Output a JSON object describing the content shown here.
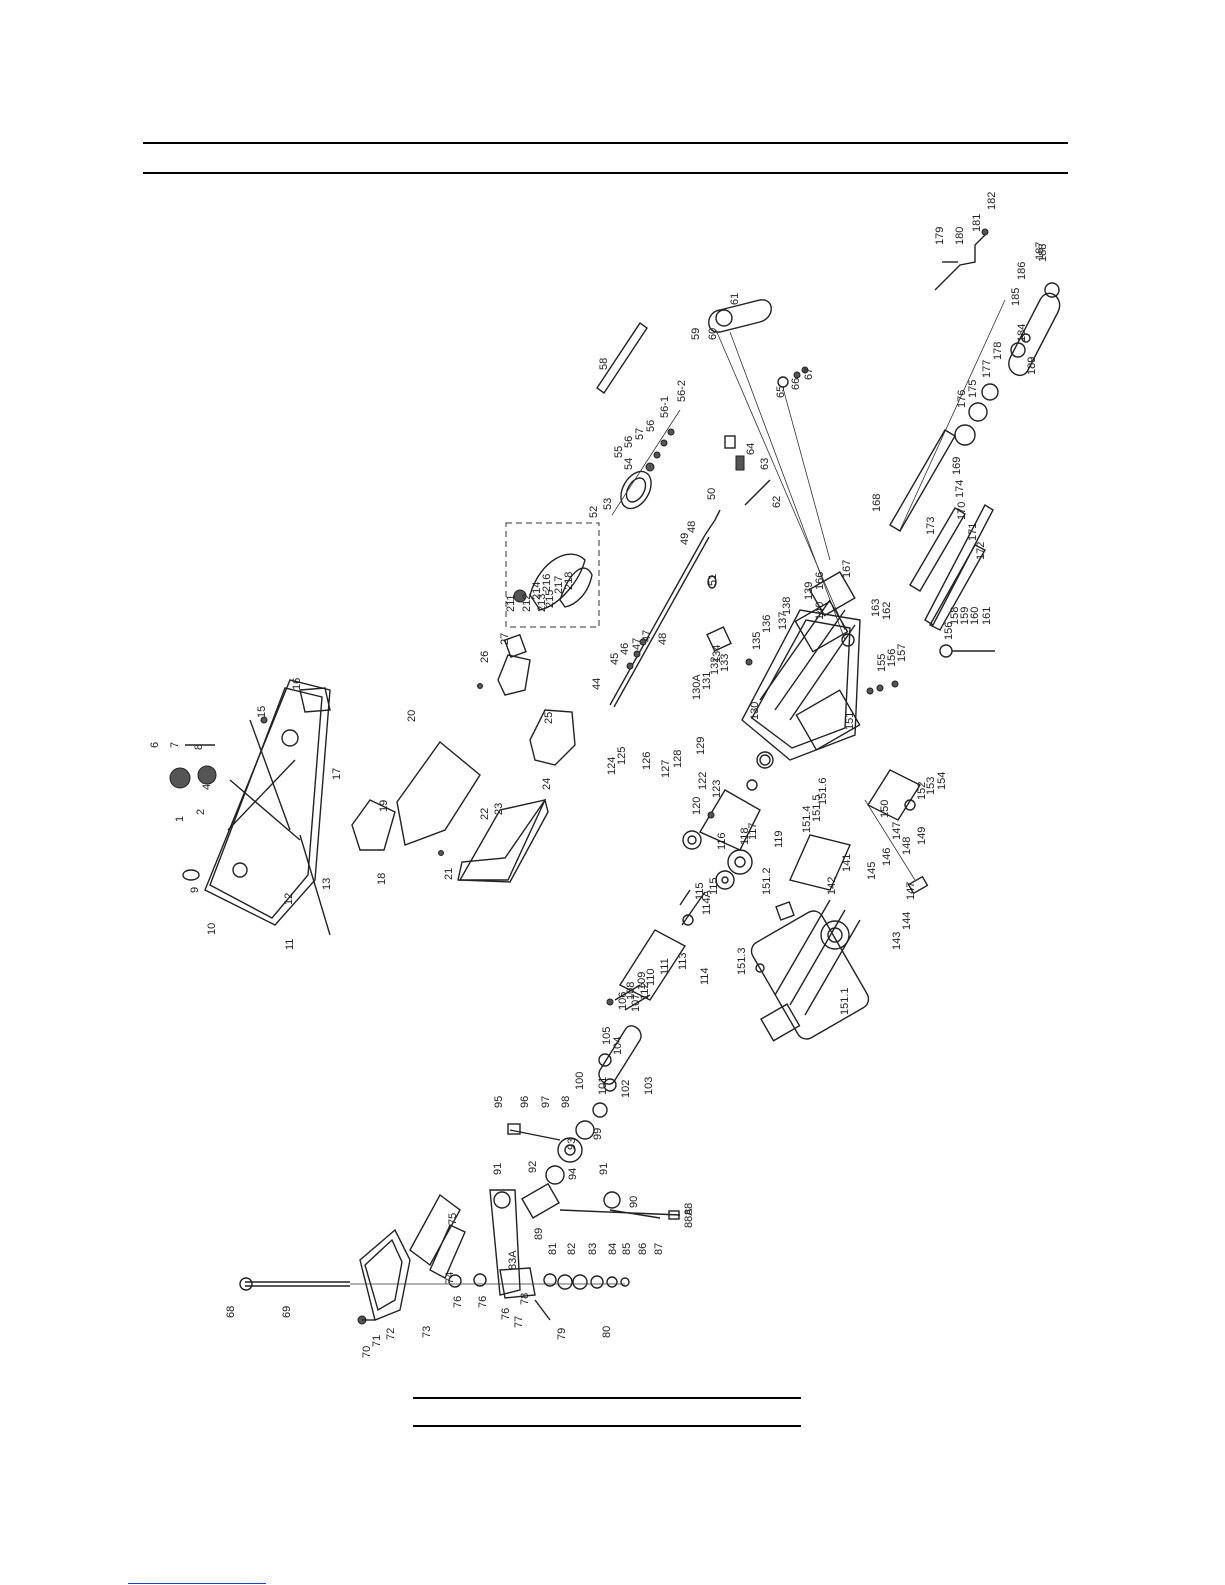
{
  "diagram": {
    "part_numbers_left": [
      "1",
      "2",
      "4",
      "6",
      "7",
      "8",
      "9",
      "10",
      "11",
      "12",
      "13",
      "15",
      "16",
      "17",
      "18",
      "19",
      "20",
      "21",
      "22",
      "23",
      "24",
      "25",
      "26",
      "27"
    ],
    "part_numbers_center": [
      "44",
      "45",
      "46",
      "47",
      "47",
      "48",
      "48",
      "49",
      "50",
      "51",
      "52",
      "53",
      "54",
      "55",
      "56",
      "57",
      "56",
      "56-1",
      "56-2",
      "58",
      "59",
      "60",
      "61",
      "62",
      "63",
      "64",
      "65",
      "66",
      "67",
      "68",
      "69",
      "70",
      "71",
      "72",
      "73",
      "74",
      "75",
      "76",
      "76",
      "76",
      "77",
      "78",
      "79",
      "80",
      "81",
      "82",
      "83",
      "83A",
      "84",
      "85",
      "86",
      "87",
      "88",
      "88A",
      "89",
      "90",
      "91",
      "91",
      "92",
      "93",
      "94",
      "95",
      "96",
      "97",
      "98",
      "99",
      "100",
      "101",
      "102",
      "103",
      "104",
      "105",
      "106",
      "107",
      "108",
      "109",
      "110",
      "111",
      "112",
      "113",
      "114",
      "114A",
      "115",
      "115",
      "116",
      "117",
      "118",
      "119",
      "120",
      "122",
      "123",
      "124",
      "125",
      "126",
      "127",
      "128",
      "129",
      "130",
      "130A",
      "131",
      "132",
      "133",
      "134",
      "135",
      "136",
      "137",
      "138",
      "139",
      "140"
    ],
    "part_numbers_right": [
      "141",
      "142",
      "143",
      "144",
      "145",
      "146",
      "147",
      "147",
      "148",
      "149",
      "150",
      "151",
      "151.1",
      "151.2",
      "151.3",
      "151.4",
      "151.5",
      "151.6",
      "152",
      "153",
      "154",
      "155",
      "156",
      "156",
      "157",
      "158",
      "159",
      "160",
      "161",
      "162",
      "163",
      "166",
      "167",
      "168",
      "169",
      "170",
      "171",
      "172",
      "173",
      "174",
      "175",
      "176",
      "177",
      "178",
      "179",
      "180",
      "181",
      "182",
      "184",
      "185",
      "186",
      "187",
      "188",
      "189"
    ],
    "inset_numbers": [
      "211",
      "212",
      "213",
      "214",
      "215",
      "216",
      "217",
      "218"
    ]
  }
}
